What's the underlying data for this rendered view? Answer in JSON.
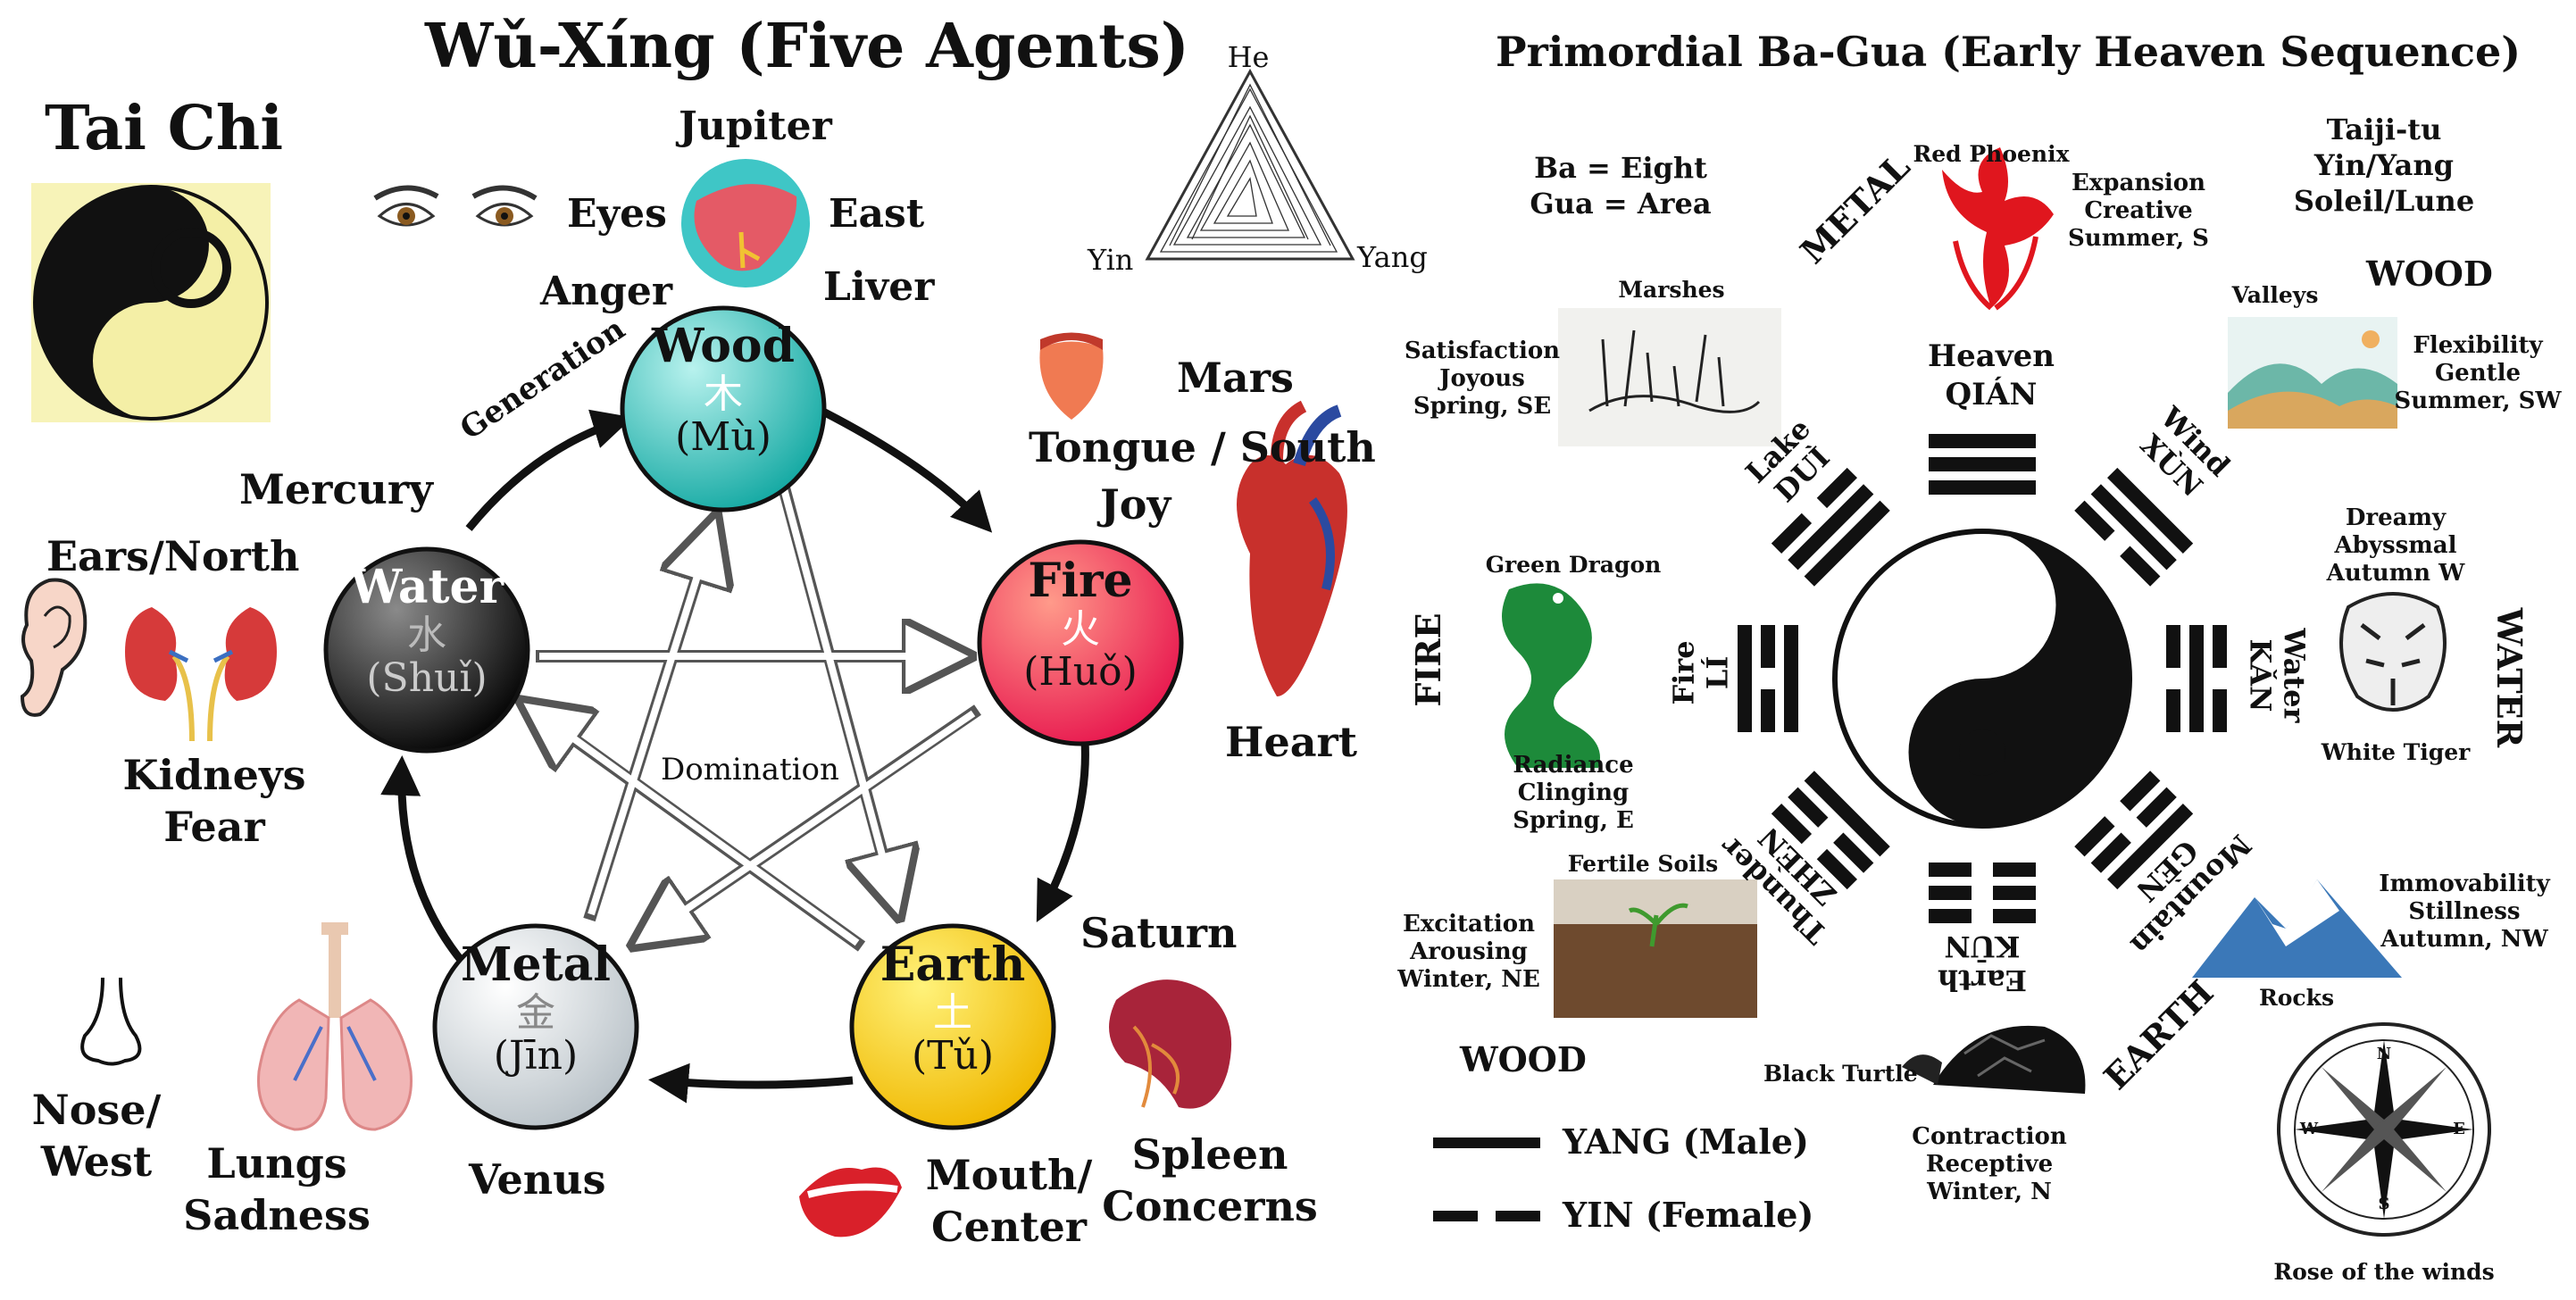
{
  "titles": {
    "tai_chi": "Tai Chi",
    "wuxing": "Wǔ-Xíng (Five Agents)",
    "bagua": "Primordial Ba-Gua (Early Heaven Sequence)"
  },
  "triangle": {
    "top": "He",
    "left": "Yin",
    "right": "Yang"
  },
  "elements": {
    "wood": {
      "name": "Wood",
      "char": "木",
      "pinyin": "(Mù)",
      "color": "#1fb8b0"
    },
    "fire": {
      "name": "Fire",
      "char": "火",
      "pinyin": "(Huǒ)",
      "color": "#f0305a"
    },
    "earth": {
      "name": "Earth",
      "char": "土",
      "pinyin": "(Tǔ)",
      "color": "#f5c400"
    },
    "metal": {
      "name": "Metal",
      "char": "金",
      "pinyin": "(Jīn)",
      "color": "#d8dde0"
    },
    "water": {
      "name": "Water",
      "char": "水",
      "pinyin": "(Shuǐ)",
      "color": "#111111"
    }
  },
  "cycle_labels": {
    "generation": "Generation",
    "domination": "Domination"
  },
  "wood_assoc": {
    "planet": "Jupiter",
    "organ_sense": "Eyes",
    "direction": "East",
    "emotion": "Anger",
    "organ": "Liver"
  },
  "fire_assoc": {
    "planet": "Mars",
    "sense": "Tongue / South",
    "emotion": "Joy",
    "organ": "Heart"
  },
  "earth_assoc": {
    "planet": "Saturn",
    "organ": "Spleen",
    "emotion": "Concerns",
    "sense_line1": "Mouth/",
    "sense_line2": "Center"
  },
  "metal_assoc": {
    "planet": "Venus",
    "organ": "Lungs",
    "emotion": "Sadness",
    "sense_line1": "Nose/",
    "sense_line2": "West"
  },
  "water_assoc": {
    "planet": "Mercury",
    "sense": "Ears/North",
    "organ": "Kidneys",
    "emotion": "Fear"
  },
  "bagua_info": {
    "ba": "Ba = Eight",
    "gua": "Gua = Area",
    "taijitu1": "Taiji-tu",
    "taijitu2": "Yin/Yang",
    "taijitu3": "Soleil/Lune"
  },
  "trigrams": {
    "heaven": {
      "name": "Heaven",
      "pinyin": "QIÁN"
    },
    "lake": {
      "name": "Lake",
      "pinyin": "DUÌ"
    },
    "wind": {
      "name": "Wind",
      "pinyin": "XÙN"
    },
    "fire": {
      "name": "Fire",
      "pinyin": "LÍ"
    },
    "water": {
      "name": "Water",
      "pinyin": "KǍN"
    },
    "thunder": {
      "name": "Thunder",
      "pinyin": "ZHÈN"
    },
    "earth": {
      "name": "Earth",
      "pinyin": "KŪN"
    },
    "mountain": {
      "name": "Mountain",
      "pinyin": "GÈN"
    }
  },
  "bagua_labels": {
    "red_phoenix": "Red Phoenix",
    "phoenix_desc1": "Expansion",
    "phoenix_desc2": "Creative",
    "phoenix_desc3": "Summer, S",
    "marshes": "Marshes",
    "lake_desc1": "Satisfaction",
    "lake_desc2": "Joyous",
    "lake_desc3": "Spring, SE",
    "valleys": "Valleys",
    "wind_desc1": "Flexibility",
    "wind_desc2": "Gentle",
    "wind_desc3": "Summer, SW",
    "green_dragon": "Green Dragon",
    "fire_desc1": "Radiance",
    "fire_desc2": "Clinging",
    "fire_desc3": "Spring, E",
    "water_desc1": "Dreamy",
    "water_desc2": "Abyssmal",
    "water_desc3": "Autumn W",
    "white_tiger": "White Tiger",
    "fertile_soils": "Fertile Soils",
    "thunder_desc1": "Excitation",
    "thunder_desc2": "Arousing",
    "thunder_desc3": "Winter, NE",
    "black_turtle": "Black Turtle",
    "earth_desc1": "Contraction",
    "earth_desc2": "Receptive",
    "earth_desc3": "Winter, N",
    "immov1": "Immovability",
    "immov2": "Stillness",
    "immov3": "Autumn, NW",
    "rocks": "Rocks",
    "rose": "Rose of the winds",
    "compass_n": "N",
    "compass_s": "S",
    "compass_e": "E",
    "compass_w": "W"
  },
  "bagua_elements": {
    "metal": "METAL",
    "wood_top": "WOOD",
    "fire": "FIRE",
    "water": "WATER",
    "wood_bottom": "WOOD",
    "earth": "EARTH"
  },
  "legend": {
    "yang": "YANG (Male)",
    "yin": "YIN (Female)"
  }
}
